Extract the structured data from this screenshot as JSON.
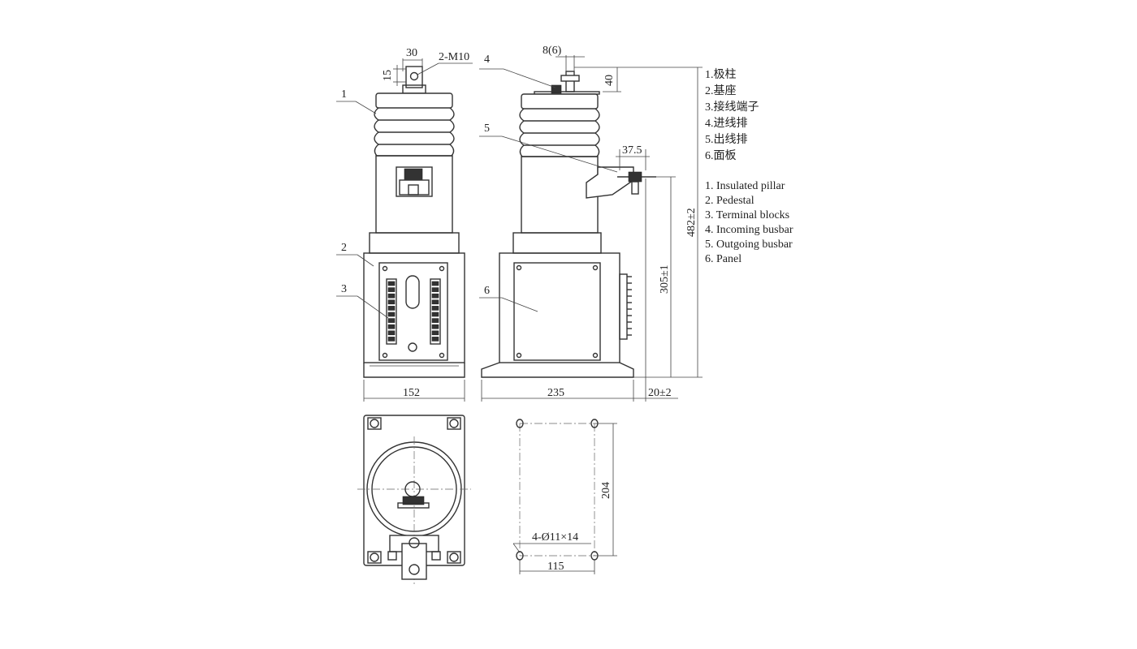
{
  "legend_cn": [
    "1.极柱",
    "2.基座",
    "3.接线端子",
    "4.进线排",
    "5.出线排",
    "6.面板"
  ],
  "legend_en": [
    "1. Insulated pillar",
    "2. Pedestal",
    "3. Terminal blocks",
    "4. Incoming busbar",
    "5. Outgoing busbar",
    "6. Panel"
  ],
  "callouts": {
    "c1": "1",
    "c2": "2",
    "c3": "3",
    "c4": "4",
    "c5": "5",
    "c6": "6"
  },
  "dims": {
    "d30": "30",
    "d2m10": "2-M10",
    "d15": "15",
    "d8": "8(6)",
    "d40": "40",
    "d375": "37.5",
    "d482": "482±2",
    "d305": "305±1",
    "d152": "152",
    "d235": "235",
    "d20": "20±2",
    "d204": "204",
    "dholes": "4-Ø11×14",
    "d115": "115"
  }
}
